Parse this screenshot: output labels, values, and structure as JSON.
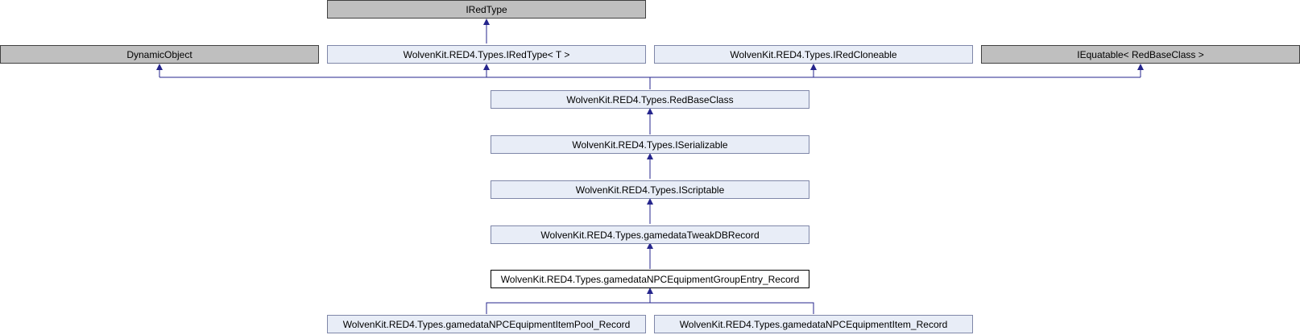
{
  "diagram": {
    "nodes": {
      "iredtype": {
        "label": "IRedType",
        "kind": "external"
      },
      "dynamic_object": {
        "label": "DynamicObject",
        "kind": "external"
      },
      "iredtype_generic": {
        "label": "WolvenKit.RED4.Types.IRedType< T >",
        "kind": "class"
      },
      "iredcloneable": {
        "label": "WolvenKit.RED4.Types.IRedCloneable",
        "kind": "class"
      },
      "iequatable": {
        "label": "IEquatable< RedBaseClass >",
        "kind": "external"
      },
      "redbaseclass": {
        "label": "WolvenKit.RED4.Types.RedBaseClass",
        "kind": "class"
      },
      "iserializable": {
        "label": "WolvenKit.RED4.Types.ISerializable",
        "kind": "class"
      },
      "iscriptable": {
        "label": "WolvenKit.RED4.Types.IScriptable",
        "kind": "class"
      },
      "tweakdbrecord": {
        "label": "WolvenKit.RED4.Types.gamedataTweakDBRecord",
        "kind": "class"
      },
      "group_entry_record": {
        "label": "WolvenKit.RED4.Types.gamedataNPCEquipmentGroupEntry_Record",
        "kind": "current"
      },
      "item_pool_record": {
        "label": "WolvenKit.RED4.Types.gamedataNPCEquipmentItemPool_Record",
        "kind": "class"
      },
      "item_record": {
        "label": "WolvenKit.RED4.Types.gamedataNPCEquipmentItem_Record",
        "kind": "class"
      }
    },
    "colors": {
      "class_fill": "#e8edf7",
      "class_border": "#7f87a8",
      "external_fill": "#bfbfbf",
      "external_border": "#404040",
      "current_fill": "#ffffff",
      "current_border": "#000000",
      "edge": "#25258c"
    }
  }
}
